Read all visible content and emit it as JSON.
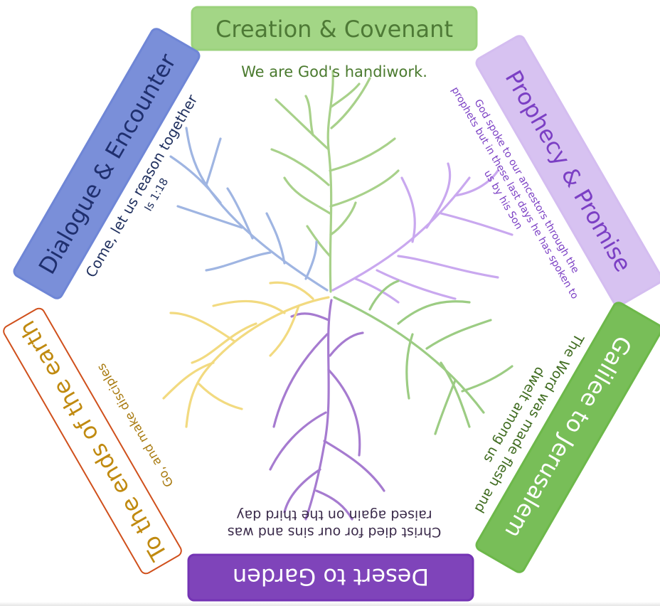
{
  "sections": [
    {
      "id": "creation",
      "title": "Creation & Covenant",
      "caption_lines": [
        "We are God's handiwork."
      ],
      "banner_color": "#9bd27c",
      "banner_text_color": "#4e7a36",
      "branch_color": "#a8d18a",
      "caption_color": "#4a7a2e"
    },
    {
      "id": "prophecy",
      "title": "Prophecy & Promise",
      "caption_lines": [
        "God spoke to our ancestors through the",
        "prophets but in these last days he has spoken to",
        "us by his Son"
      ],
      "banner_color": "#d4bdf0",
      "banner_text_color": "#7b3fc4",
      "branch_color": "#c9a8ef",
      "caption_color": "#7b3fc4"
    },
    {
      "id": "galilee",
      "title": "Galilee to Jerusalem",
      "caption_lines": [
        "The Word was made flesh and",
        "dwelt among us"
      ],
      "banner_color": "#6db84a",
      "banner_text_color": "#ffffff",
      "branch_color": "#9ccc83",
      "caption_color": "#3e6b1e"
    },
    {
      "id": "desert",
      "title": "Desert to Garden",
      "caption_lines": [
        "Christ died for our sins and was",
        "raised again on the third day"
      ],
      "banner_color": "#7434b4",
      "banner_text_color": "#ffffff",
      "branch_color": "#a67bd0",
      "caption_color": "#3a2a4a"
    },
    {
      "id": "ends",
      "title": "To the ends of the earth",
      "caption_lines": [
        "Go, and make disciples"
      ],
      "banner_color": "#ffffff",
      "banner_text_color": "#c08a10",
      "banner_border": "#d0501c",
      "branch_color": "#f2da80",
      "caption_color": "#a87a10"
    },
    {
      "id": "dialogue",
      "title": "Dialogue & Encounter",
      "caption_lines": [
        "Come, let us reason together",
        "Is 1:18"
      ],
      "banner_color": "#6f86d6",
      "banner_text_color": "#1f2f6e",
      "branch_color": "#9fb5e2",
      "caption_color": "#1f2f5e"
    }
  ]
}
